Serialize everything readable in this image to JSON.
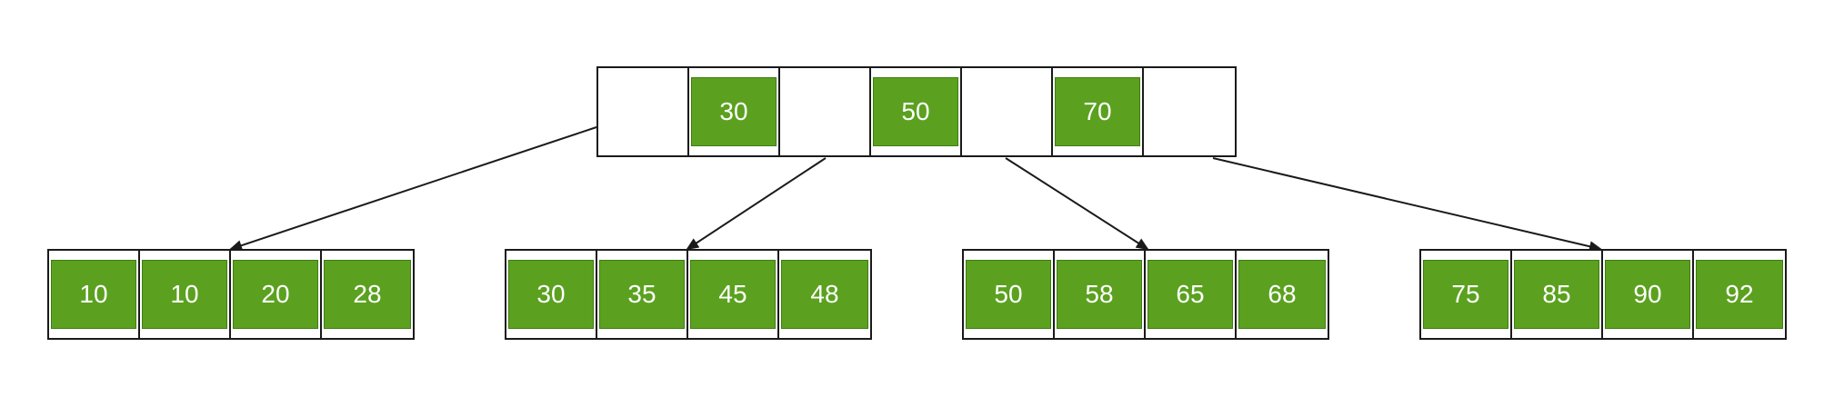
{
  "colors": {
    "key_fill": "#5ba11f",
    "border": "#1a1a1a",
    "background": "#ffffff"
  },
  "root": {
    "keys": [
      "30",
      "50",
      "70"
    ]
  },
  "leaves": [
    {
      "keys": [
        "10",
        "10",
        "20",
        "28"
      ]
    },
    {
      "keys": [
        "30",
        "35",
        "45",
        "48"
      ]
    },
    {
      "keys": [
        "50",
        "58",
        "65",
        "68"
      ]
    },
    {
      "keys": [
        "75",
        "85",
        "90",
        "92"
      ]
    }
  ]
}
